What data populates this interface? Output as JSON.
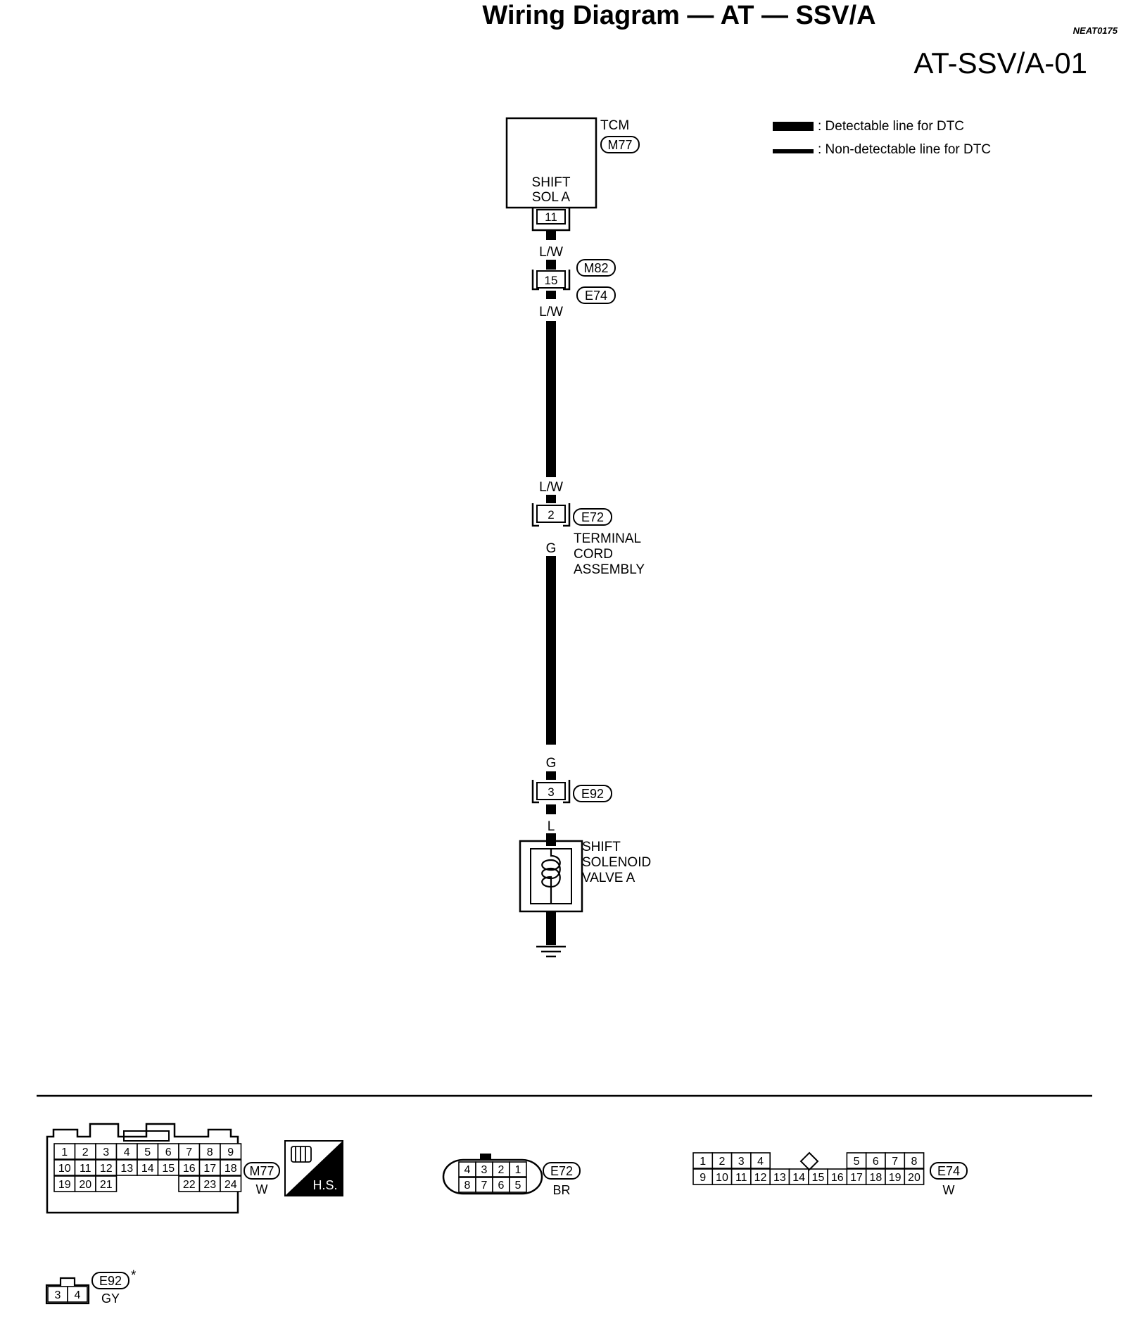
{
  "title": "Wiring Diagram — AT — SSV/A",
  "doc_code": "NEAT0175",
  "page_code": "AT-SSV/A-01",
  "legend": {
    "detectable": ": Detectable line for DTC",
    "non_detectable": ": Non-detectable line for DTC"
  },
  "tcm": {
    "name": "TCM",
    "connector": "M77",
    "function_line1": "SHIFT",
    "function_line2": "SOL A",
    "pin": "11"
  },
  "wires": {
    "w1": "L/W",
    "w2": "L/W",
    "w3": "L/W",
    "w4": "G",
    "w5": "G",
    "w6": "L"
  },
  "junction_m82_e74": {
    "pin": "15",
    "conn_top": "M82",
    "conn_bottom": "E74"
  },
  "terminal_cord": {
    "pin": "2",
    "connector": "E72",
    "line1": "TERMINAL",
    "line2": "CORD",
    "line3": "ASSEMBLY"
  },
  "e92_joint": {
    "pin": "3",
    "connector": "E92"
  },
  "solenoid": {
    "line1": "SHIFT",
    "line2": "SOLENOID",
    "line3": "VALVE A"
  },
  "connector_views": {
    "m77": {
      "id": "M77",
      "color": "W",
      "hs_label": "H.S.",
      "row1": [
        "1",
        "2",
        "3",
        "4",
        "5",
        "6",
        "7",
        "8",
        "9"
      ],
      "row2": [
        "10",
        "11",
        "12",
        "13",
        "14",
        "15",
        "16",
        "17",
        "18"
      ],
      "row3_left": [
        "19",
        "20",
        "21"
      ],
      "row3_right": [
        "22",
        "23",
        "24"
      ]
    },
    "e72": {
      "id": "E72",
      "color": "BR",
      "top": [
        "4",
        "3",
        "2",
        "1"
      ],
      "bottom": [
        "8",
        "7",
        "6",
        "5"
      ]
    },
    "e74": {
      "id": "E74",
      "color": "W",
      "row1_left": [
        "1",
        "2",
        "3",
        "4"
      ],
      "row1_right": [
        "5",
        "6",
        "7",
        "8"
      ],
      "row2": [
        "9",
        "10",
        "11",
        "12",
        "13",
        "14",
        "15",
        "16",
        "17",
        "18",
        "19",
        "20"
      ]
    },
    "e92": {
      "id": "E92",
      "color": "GY",
      "mark": "*",
      "pins": [
        "3",
        "4"
      ]
    }
  }
}
